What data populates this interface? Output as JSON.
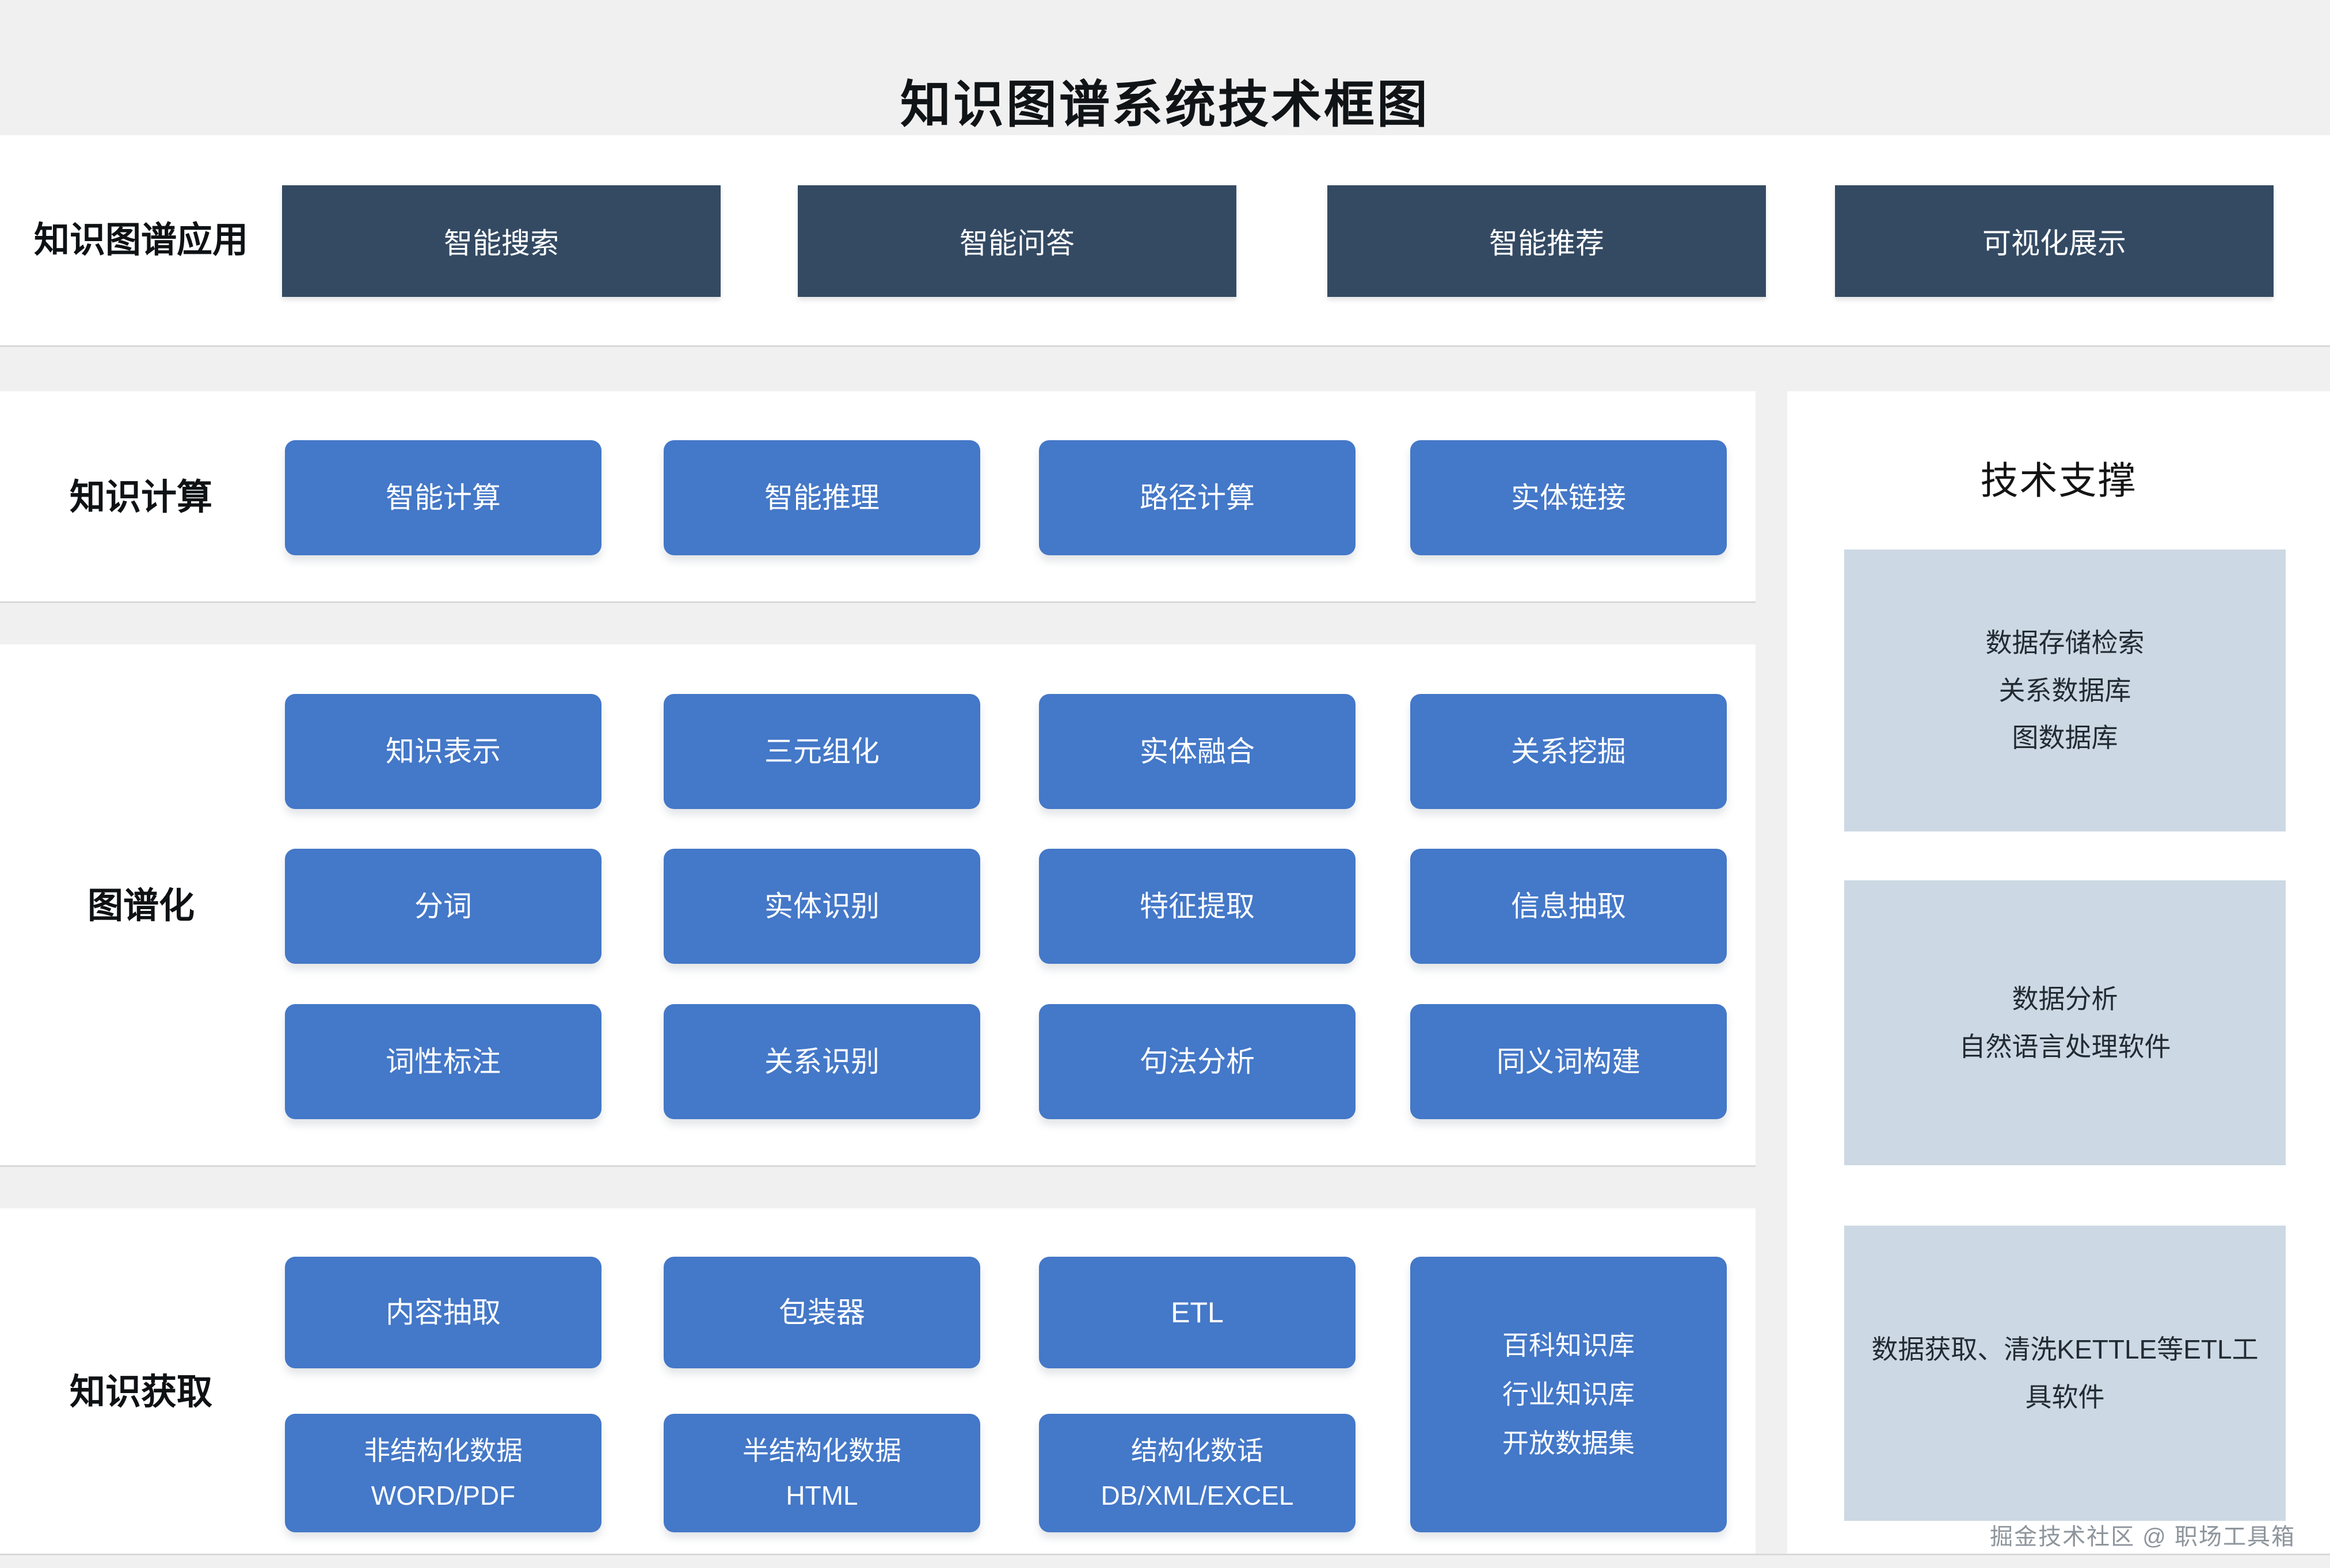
{
  "title": "知识图谱系统技术框图",
  "watermark": "掘金技术社区 @ 职场工具箱",
  "colors": {
    "page_bg": "#f0f0f1",
    "panel_bg": "#ffffff",
    "dark_box": "#344a63",
    "blue_box": "#4478c8",
    "support_box": "#ccd8e3",
    "separator_line": "#d9d9d9"
  },
  "sections": {
    "apps": {
      "label": "知识图谱应用",
      "boxes": [
        "智能搜索",
        "智能问答",
        "智能推荐",
        "可视化展示"
      ]
    },
    "computing": {
      "label": "知识计算",
      "boxes": [
        "智能计算",
        "智能推理",
        "路径计算",
        "实体链接"
      ]
    },
    "graphing": {
      "label": "图谱化",
      "row1": [
        "知识表示",
        "三元组化",
        "实体融合",
        "关系挖掘"
      ],
      "row2": [
        "分词",
        "实体识别",
        "特征提取",
        "信息抽取"
      ],
      "row3": [
        "词性标注",
        "关系识别",
        "句法分析",
        "同义词构建"
      ]
    },
    "acquisition": {
      "label": "知识获取",
      "row1": [
        "内容抽取",
        "包装器",
        "ETL"
      ],
      "row2": [
        [
          "非结构化数据",
          "WORD/PDF"
        ],
        [
          "半结构化数据",
          "HTML"
        ],
        [
          "结构化数话",
          "DB/XML/EXCEL"
        ]
      ],
      "knowledge_base": [
        "百科知识库",
        "行业知识库",
        "开放数据集"
      ]
    },
    "support": {
      "title": "技术支撑",
      "boxes": [
        [
          "数据存储检索",
          "关系数据库",
          "图数据库"
        ],
        [
          "数据分析",
          "自然语言处理软件"
        ],
        [
          "数据获取、清洗KETTLE等ETL工",
          "具软件"
        ]
      ]
    }
  }
}
